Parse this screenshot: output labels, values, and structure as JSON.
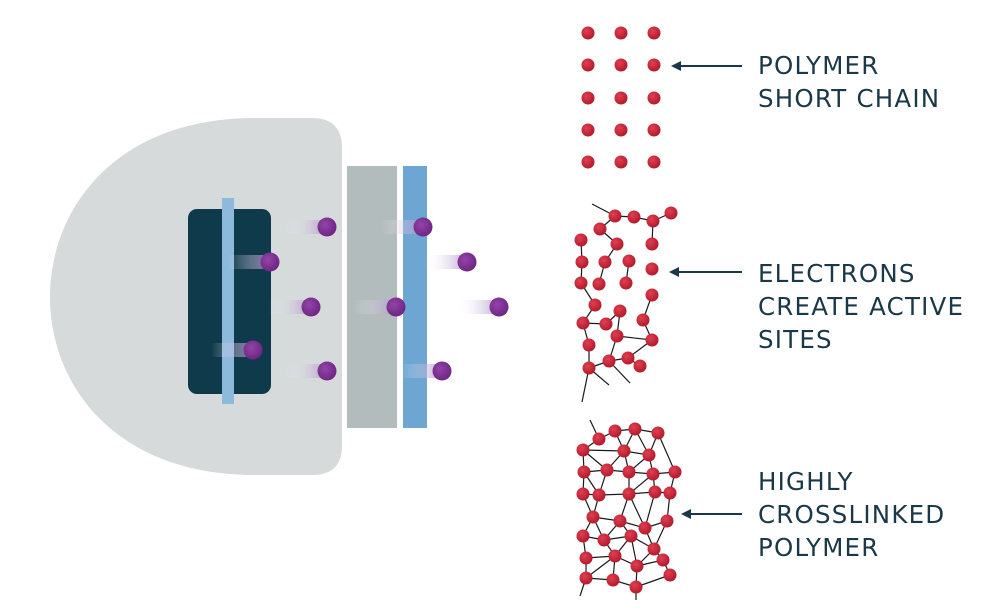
{
  "colors": {
    "housing": "#d6dadb",
    "cathode": "#0f3a4b",
    "filament_blue": "#8db9dc",
    "window_grey": "#b2bcbc",
    "window_blue": "#6ea6d3",
    "electron": "#7a2d8f",
    "atom": "#c41f32",
    "bond": "#1a1a1a",
    "text": "#193848",
    "arrow": "#193848"
  },
  "labels": {
    "polymer_short_chain": [
      "POLYMER",
      "SHORT CHAIN"
    ],
    "electrons_active_sites": [
      "ELECTRONS",
      "CREATE ACTIVE",
      "SITES"
    ],
    "highly_crosslinked": [
      "HIGHLY",
      "CROSSLINKED",
      "POLYMER"
    ]
  }
}
